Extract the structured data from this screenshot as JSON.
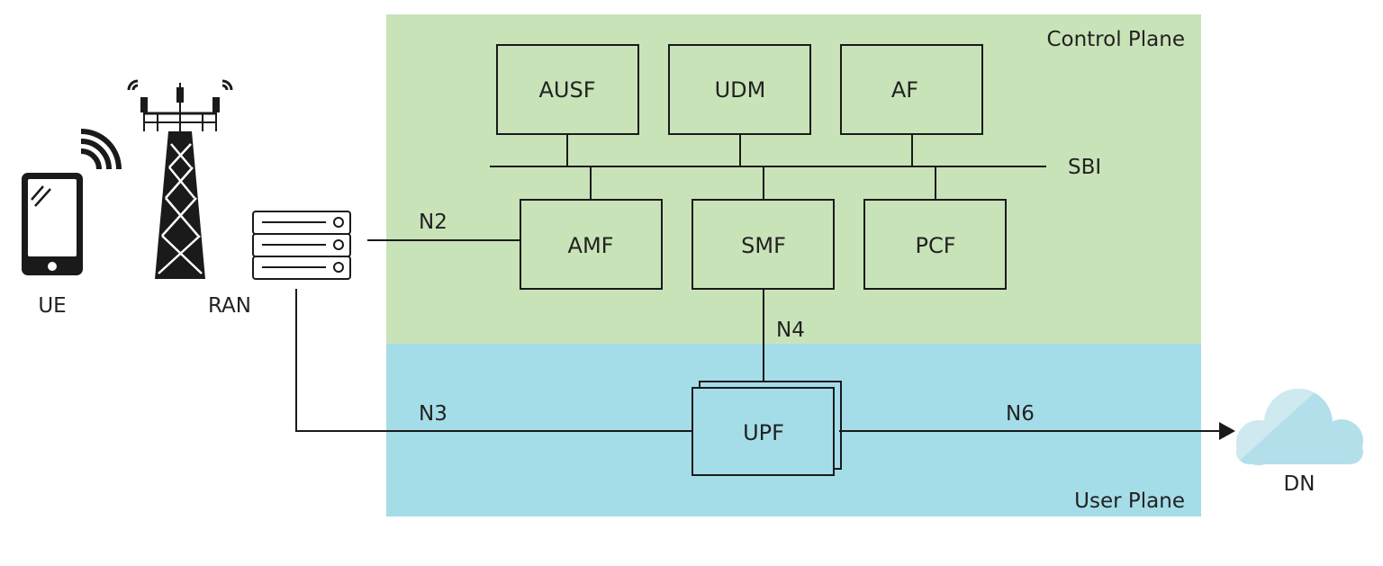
{
  "colors": {
    "control_plane_bg": "#c9e3b8",
    "user_plane_bg": "#a4dde8",
    "line": "#1a1a1a",
    "cloud_light": "#cfe9f1",
    "cloud_dark": "#b3dfeb"
  },
  "planes": {
    "control": "Control Plane",
    "user": "User Plane"
  },
  "nodes": {
    "ausf": "AUSF",
    "udm": "UDM",
    "af": "AF",
    "amf": "AMF",
    "smf": "SMF",
    "pcf": "PCF",
    "upf": "UPF"
  },
  "interfaces": {
    "sbi": "SBI",
    "n2": "N2",
    "n3": "N3",
    "n4": "N4",
    "n6": "N6"
  },
  "endpoints": {
    "ue": "UE",
    "ran": "RAN",
    "dn": "DN"
  },
  "icons": {
    "ue": "smartphone-icon",
    "tower": "cell-tower-icon",
    "server": "server-rack-icon",
    "dn": "cloud-icon"
  }
}
